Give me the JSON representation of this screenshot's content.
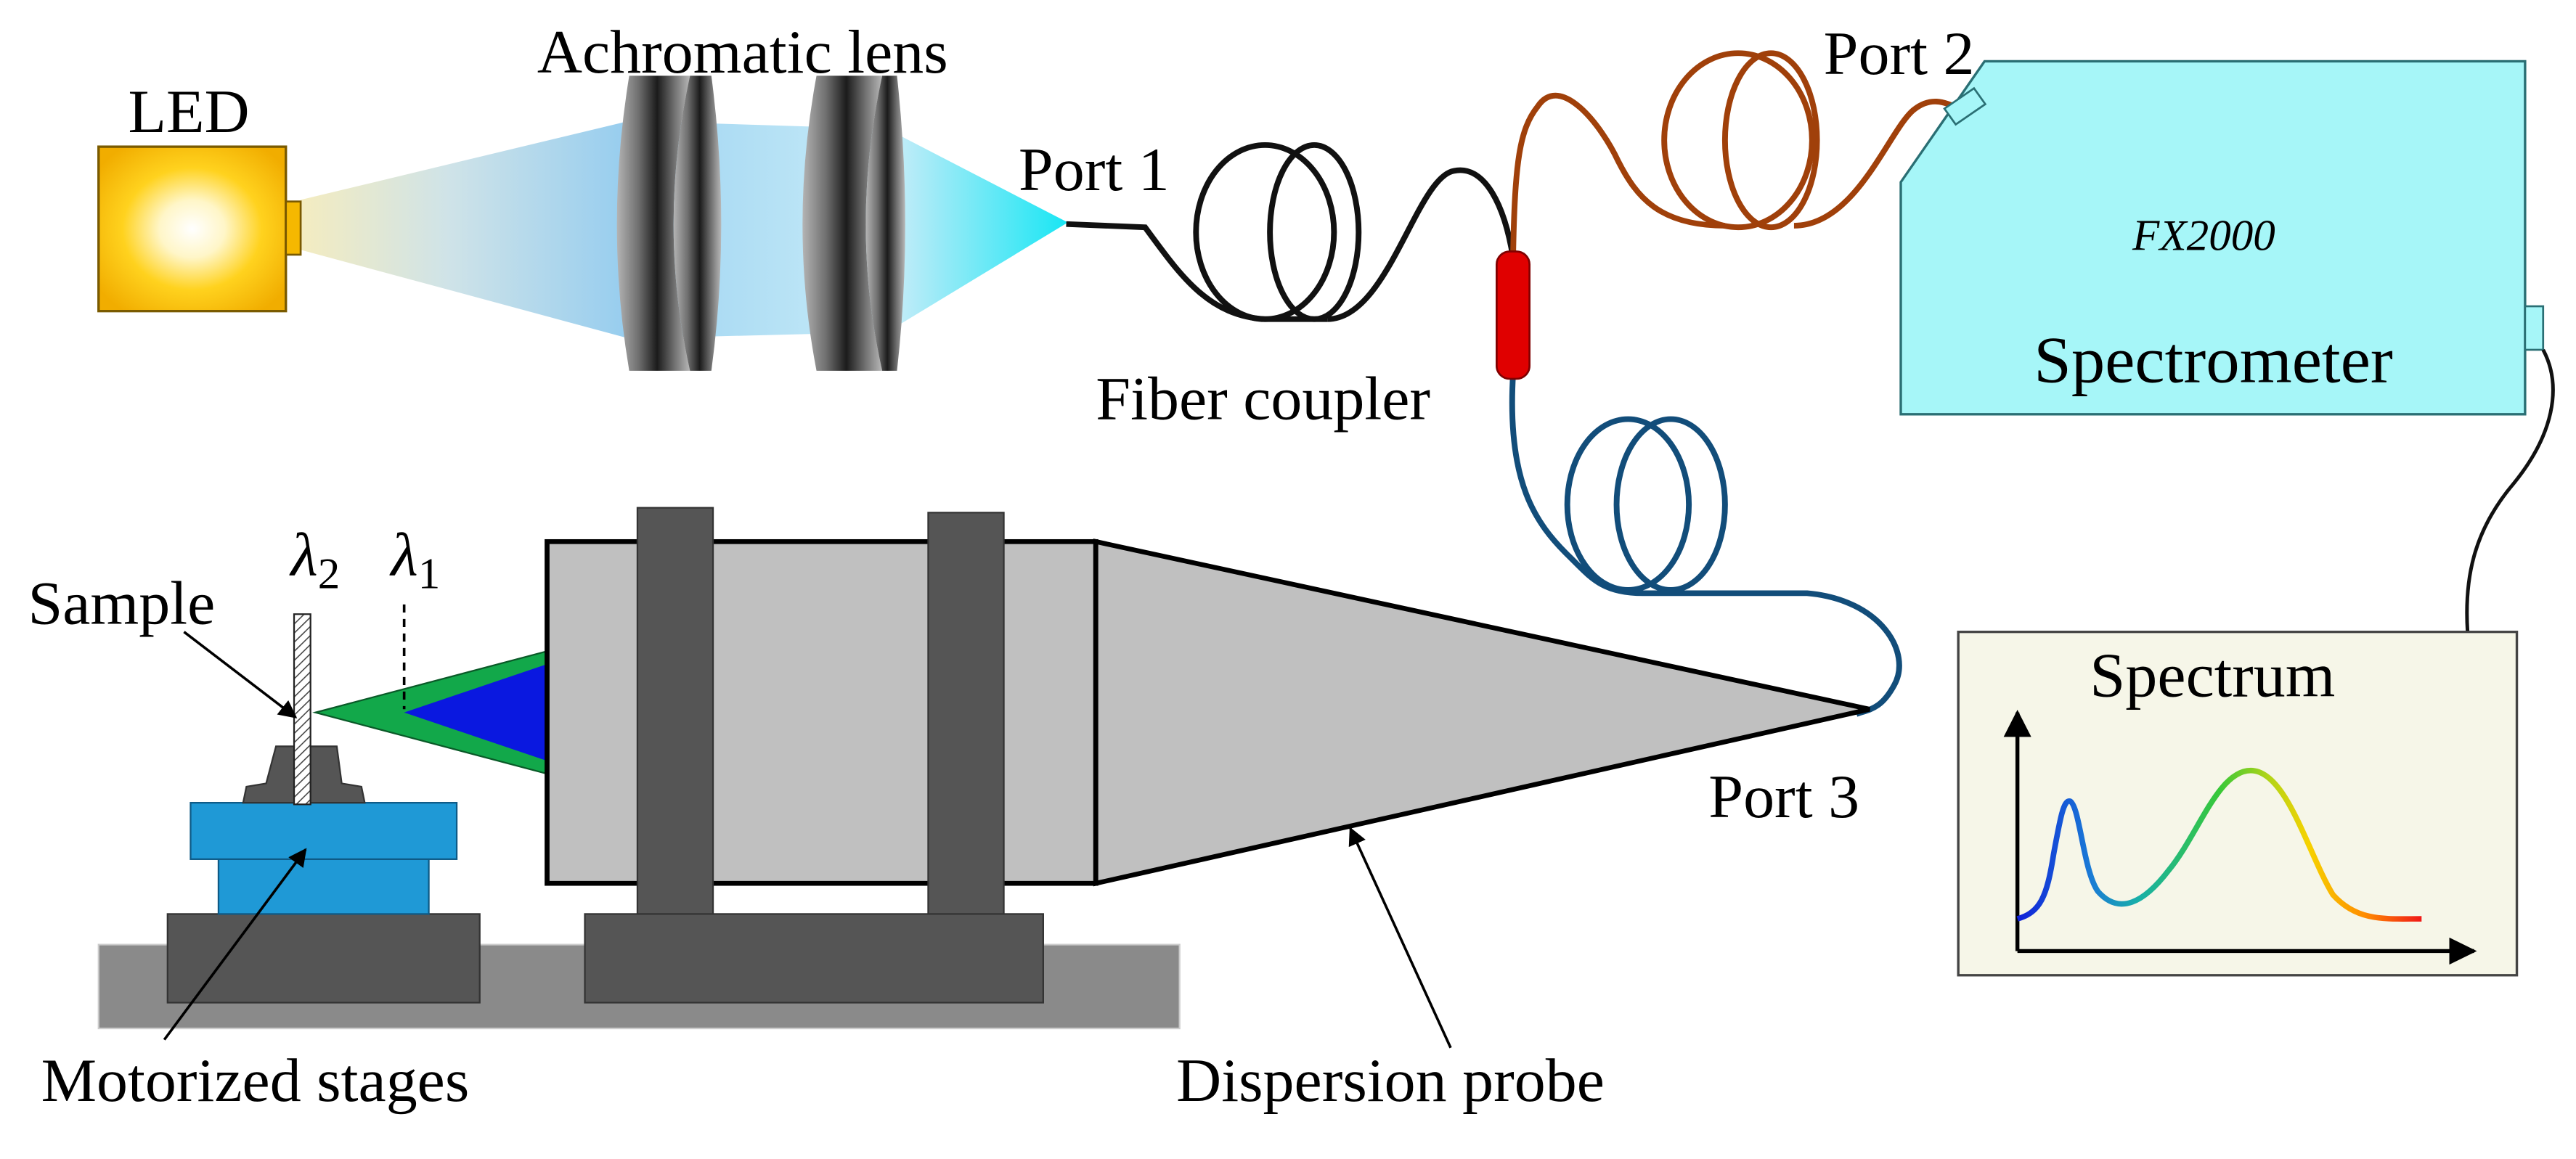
{
  "labels": {
    "led": "LED",
    "achromatic_lens": "Achromatic lens",
    "port1": "Port 1",
    "port2": "Port 2",
    "port3": "Port 3",
    "fiber_coupler": "Fiber coupler",
    "spectrometer_model": "FX2000",
    "spectrometer": "Spectrometer",
    "spectrum": "Spectrum",
    "sample": "Sample",
    "lambda_symbol": "λ",
    "lambda2_sub": "2",
    "lambda1_sub": "1",
    "motorized_stages": "Motorized stages",
    "dispersion_probe": "Dispersion probe"
  },
  "colors": {
    "led_glow": "#ffffff",
    "led_body": "#f5b800",
    "light_beam": "#a9d8f0",
    "light_beam_tip": "#22e0f0",
    "fiber_port1": "#111111",
    "fiber_port2": "#a0400a",
    "fiber_port3": "#124d7a",
    "coupler": "#e00000",
    "spectrometer_fill": "#a6f6f8",
    "spectrum_panel": "#f6f6e8",
    "probe_body": "#c0c0c0",
    "mount_dark": "#555555",
    "table_gray": "#8a8a8a",
    "stage_blue": "#1f99d6",
    "cone_green": "#12a84a",
    "cone_blue": "#0a18e0"
  },
  "icons": {
    "led": "led-source-icon",
    "lens": "achromatic-lens-icon",
    "coupler": "fiber-coupler-icon",
    "spectrometer": "spectrometer-box-icon",
    "spectrum_plot": "spectrum-curve-icon",
    "probe": "dispersion-probe-icon",
    "stage": "motorized-stage-icon",
    "sample": "sample-plate-icon"
  }
}
